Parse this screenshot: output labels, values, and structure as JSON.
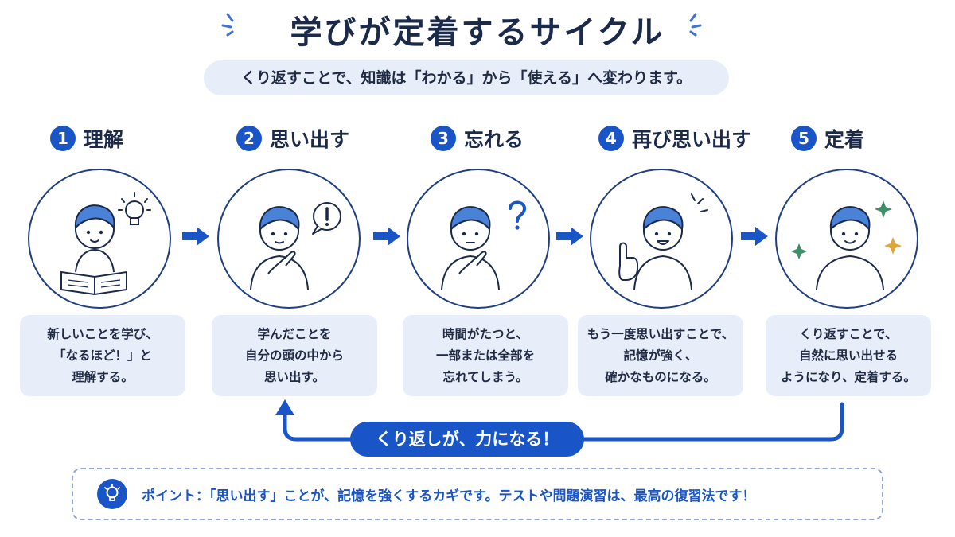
{
  "title": "学びが定着するサイクル",
  "subtitle": "くり返すことで、知識は「わかる」から「使える」へ変わります。",
  "steps": [
    {
      "number": "1",
      "label": "理解",
      "desc": [
        "新しいことを学び、",
        "「なるほど！」と",
        "理解する。"
      ]
    },
    {
      "number": "2",
      "label": "思い出す",
      "desc": [
        "学んだことを",
        "自分の頭の中から",
        "思い出す。"
      ]
    },
    {
      "number": "3",
      "label": "忘れる",
      "desc": [
        "時間がたつと、",
        "一部または全部を",
        "忘れてしまう。"
      ]
    },
    {
      "number": "4",
      "label": "再び思い出す",
      "desc": [
        "もう一度思い出すことで、",
        "記憶が強く、",
        "確かなものになる。"
      ]
    },
    {
      "number": "5",
      "label": "定着",
      "desc": [
        "くり返すことで、",
        "自然に思い出せる",
        "ようになり、定着する。"
      ]
    }
  ],
  "loop_label": "くり返しが、力になる！",
  "tip": "ポイント：「思い出す」ことが、記憶を強くするカギです。テストや問題演習は、最高の復習法です！",
  "colors": {
    "accent": "#1955c6",
    "navy": "#1c2a4a",
    "panel": "#e8eef9",
    "hair": "#4a82d8"
  },
  "icons": [
    "lightbulb-icon",
    "exclamation-icon",
    "question-icon",
    "sparkle-icon",
    "arrow-right-icon"
  ]
}
